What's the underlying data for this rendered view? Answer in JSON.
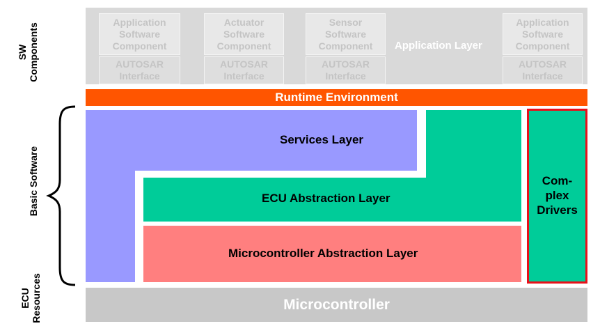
{
  "side_labels": {
    "sw_components": [
      "SW",
      "Components"
    ],
    "basic_software": "Basic Software",
    "ecu_resources": [
      "ECU",
      "Resources"
    ]
  },
  "application_layer": {
    "label": "Application Layer",
    "components": [
      {
        "name": [
          "Application",
          "Software",
          "Component"
        ],
        "interface": [
          "AUTOSAR",
          "Interface"
        ]
      },
      {
        "name": [
          "Actuator",
          "Software",
          "Component"
        ],
        "interface": [
          "AUTOSAR",
          "Interface"
        ]
      },
      {
        "name": [
          "Sensor",
          "Software",
          "Component"
        ],
        "interface": [
          "AUTOSAR",
          "Interface"
        ]
      },
      {
        "name": [
          "Application",
          "Software",
          "Component"
        ],
        "interface": [
          "AUTOSAR",
          "Interface"
        ]
      }
    ]
  },
  "runtime_environment": "Runtime Environment",
  "services_layer": "Services Layer",
  "ecu_abstraction_layer": "ECU Abstraction Layer",
  "microcontroller_abstraction_layer": "Microcontroller Abstraction Layer",
  "complex_drivers": [
    "Com-",
    "plex",
    "Drivers"
  ],
  "microcontroller": "Microcontroller",
  "colors": {
    "application_bg": "#d9d9d9",
    "rte": "#ff5500",
    "services": "#9999ff",
    "ecu_abstraction": "#00cc99",
    "mcal": "#ff7f7f",
    "microcontroller": "#c8c8c8",
    "complex_drivers_border": "#e8101a"
  }
}
